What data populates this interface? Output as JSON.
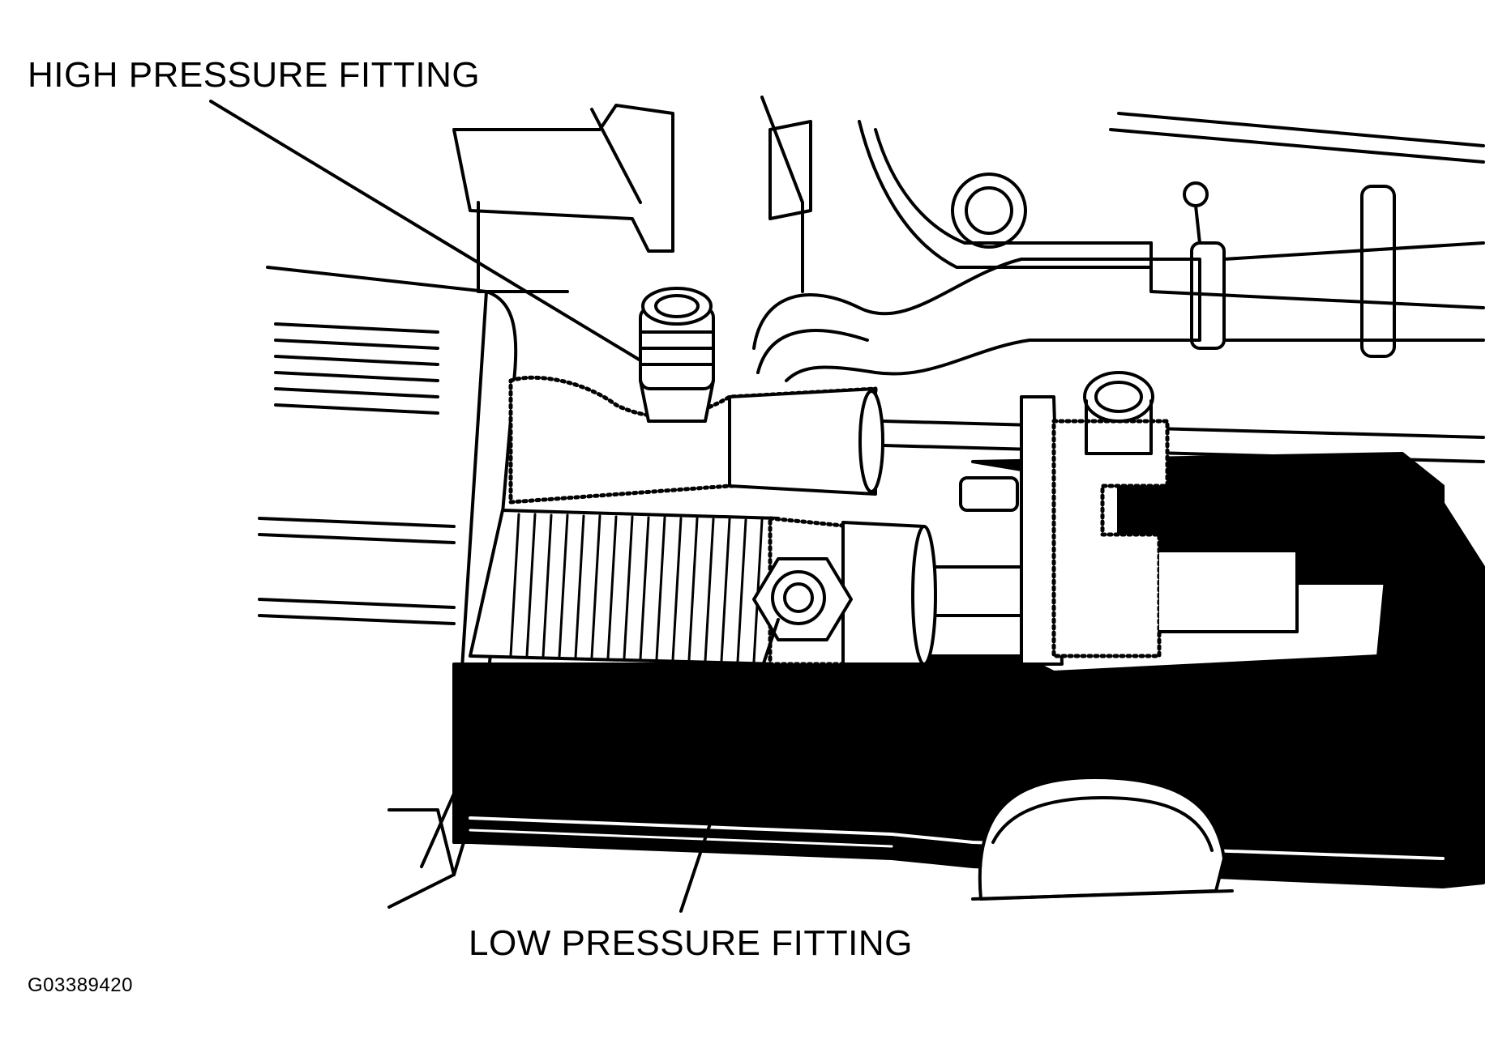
{
  "labels": {
    "high_pressure": "HIGH PRESSURE FITTING",
    "low_pressure": "LOW PRESSURE FITTING",
    "figure_id": "G03389420"
  },
  "colors": {
    "ink": "#000000",
    "paper": "#ffffff"
  }
}
